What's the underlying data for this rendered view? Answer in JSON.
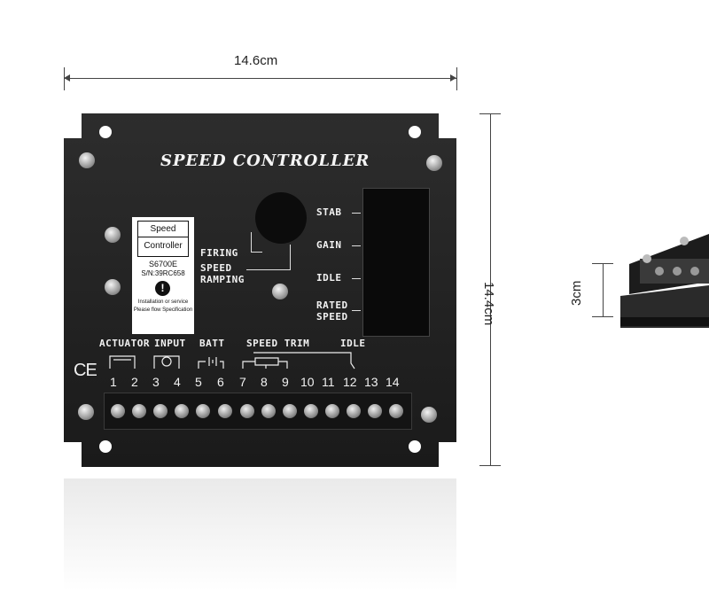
{
  "dimensions": {
    "width_label": "14.6cm",
    "height_label": "14.4cm",
    "depth_label": "3cm"
  },
  "panel": {
    "title": "SPEED CONTROLLER",
    "labels": {
      "stab": "STAB",
      "gain": "GAIN",
      "idle_pot": "IDLE",
      "rated": "RATED",
      "speed": "SPEED",
      "firing": "FIRING",
      "speed_ramp1": "SPEED",
      "speed_ramp2": "RAMPING"
    },
    "sticker": {
      "line1": "Speed",
      "line2": "Controller",
      "model": "S6700E",
      "serial": "S/N:39RC658",
      "warning_symbol": "!",
      "note1": "Installation or service",
      "note2": "Please flow Specification"
    },
    "groups": {
      "actuator": "ACTUATOR",
      "input": "INPUT",
      "batt": "BATT",
      "speed_trim": "SPEED TRIM",
      "idle": "IDLE",
      "ce": "CE"
    },
    "terminals": [
      "1",
      "2",
      "3",
      "4",
      "5",
      "6",
      "7",
      "8",
      "9",
      "10",
      "11",
      "12",
      "13",
      "14"
    ]
  },
  "icons": [
    "screw-icon",
    "mounting-hole-icon",
    "ce-mark-icon",
    "warning-icon"
  ]
}
